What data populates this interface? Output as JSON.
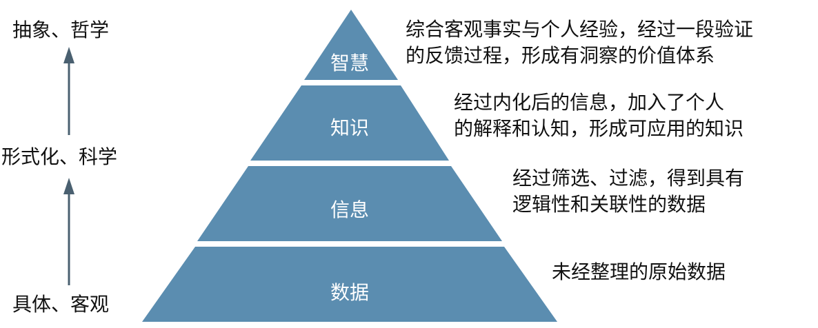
{
  "axis": {
    "top_label": "抽象、哲学",
    "middle_label": "形式化、科学",
    "bottom_label": "具体、客观"
  },
  "pyramid": {
    "fill_color": "#5b8db0",
    "arrow_color": "#4a6070",
    "tiers": [
      {
        "label": "智慧",
        "description_line1": "综合客观事实与个人经验，经过一段验证",
        "description_line2": "的反馈过程，形成有洞察的价值体系"
      },
      {
        "label": "知识",
        "description_line1": "经过内化后的信息，加入了个人",
        "description_line2": "的解释和认知，形成可应用的知识"
      },
      {
        "label": "信息",
        "description_line1": "经过筛选、过滤，得到具有",
        "description_line2": "逻辑性和关联性的数据"
      },
      {
        "label": "数据",
        "description_line1": "未经整理的原始数据",
        "description_line2": ""
      }
    ]
  }
}
